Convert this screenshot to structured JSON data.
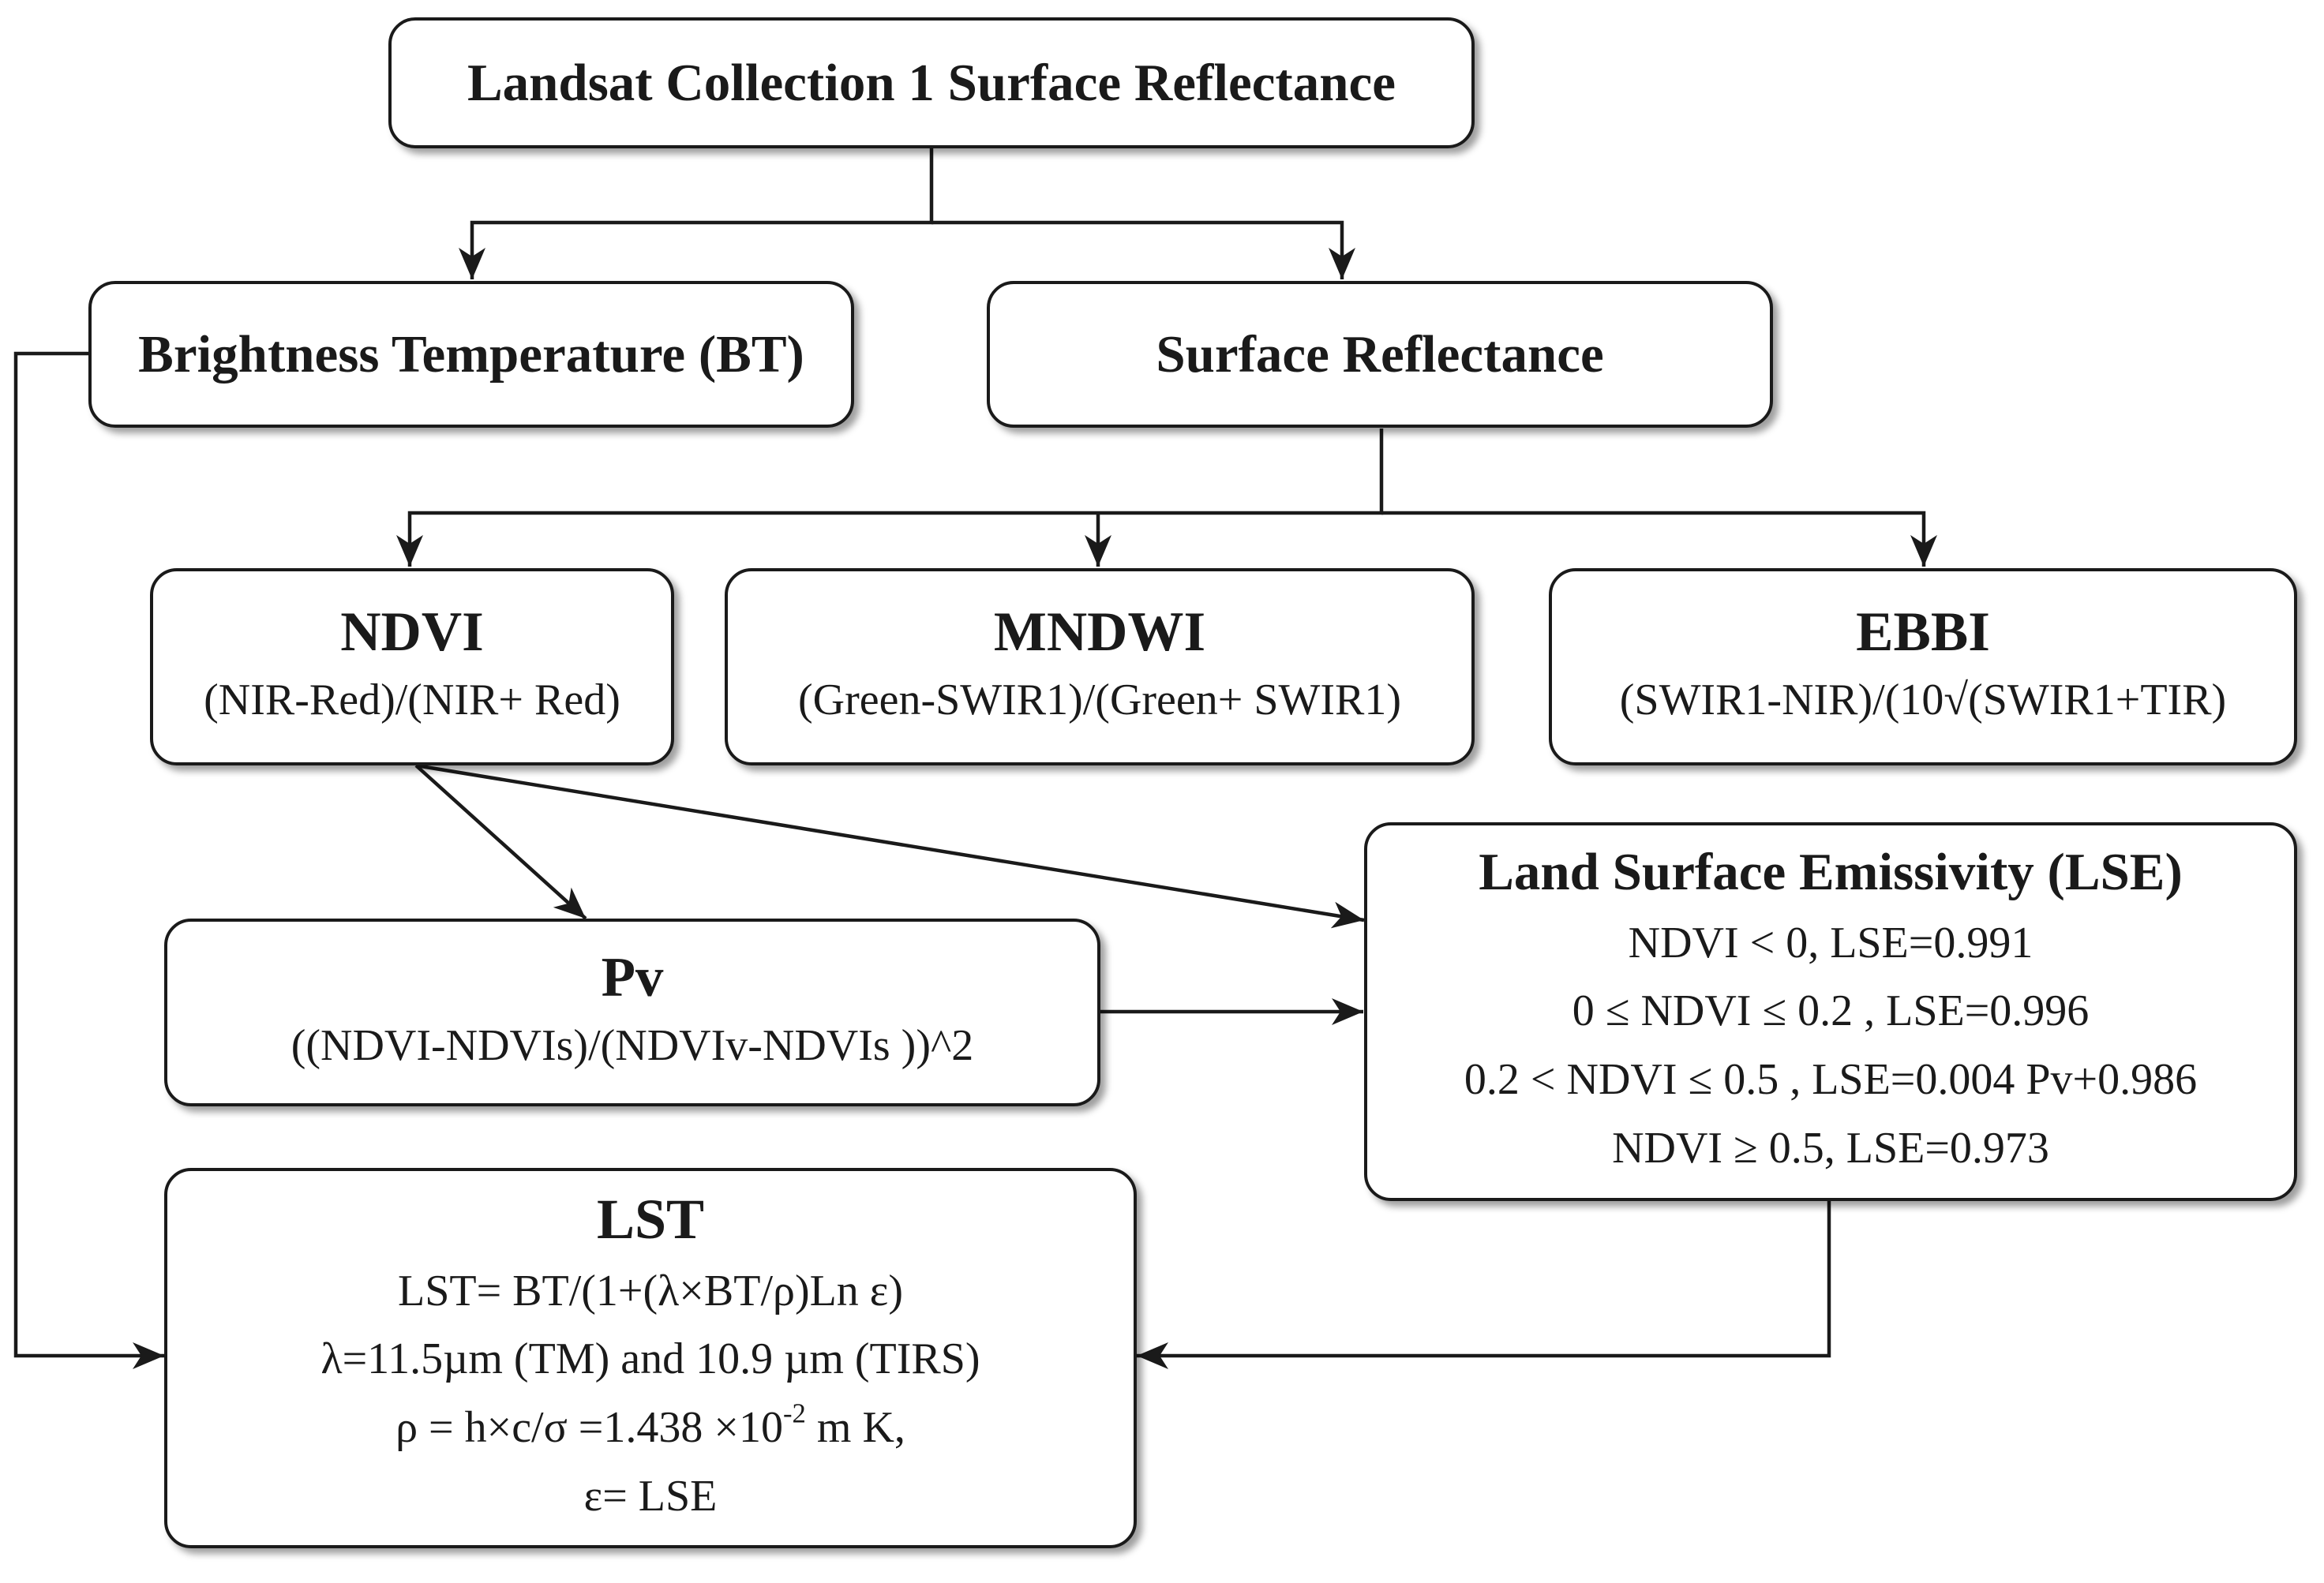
{
  "nodes": {
    "landsat": {
      "title": "Landsat Collection 1 Surface Reflectance"
    },
    "bt": {
      "title": "Brightness Temperature (BT)"
    },
    "sr": {
      "title": "Surface Reflectance"
    },
    "ndvi": {
      "title": "NDVI",
      "formula": "(NIR-Red)/(NIR+ Red)"
    },
    "mndwi": {
      "title": "MNDWI",
      "formula": "(Green-SWIR1)/(Green+ SWIR1)"
    },
    "ebbi": {
      "title": "EBBI",
      "formula": "(SWIR1-NIR)/(10√(SWIR1+TIR)"
    },
    "pv": {
      "title": "Pv",
      "formula": "((NDVI-NDVIs)/(NDVIv-NDVIs ))^2"
    },
    "lse": {
      "title": "Land Surface Emissivity (LSE)",
      "lines": [
        "NDVI < 0,  LSE=0.991",
        "0 ≤ NDVI ≤ 0.2 ,  LSE=0.996",
        "0.2 < NDVI ≤ 0.5 ,  LSE=0.004 Pv+0.986",
        "NDVI ≥ 0.5, LSE=0.973"
      ]
    },
    "lst": {
      "title": "LST",
      "line1": "LST= BT/(1+(λ×BT/ρ)Ln ε)",
      "line2": "λ=11.5µm (TM) and 10.9 µm (TIRS)",
      "line3_pre": "ρ = h×c/σ =1.438 ×10",
      "line3_sup": "-2",
      "line3_post": " m K,",
      "line4": "ε= LSE"
    }
  },
  "colors": {
    "stroke": "#1a1a1a",
    "background": "#ffffff"
  }
}
